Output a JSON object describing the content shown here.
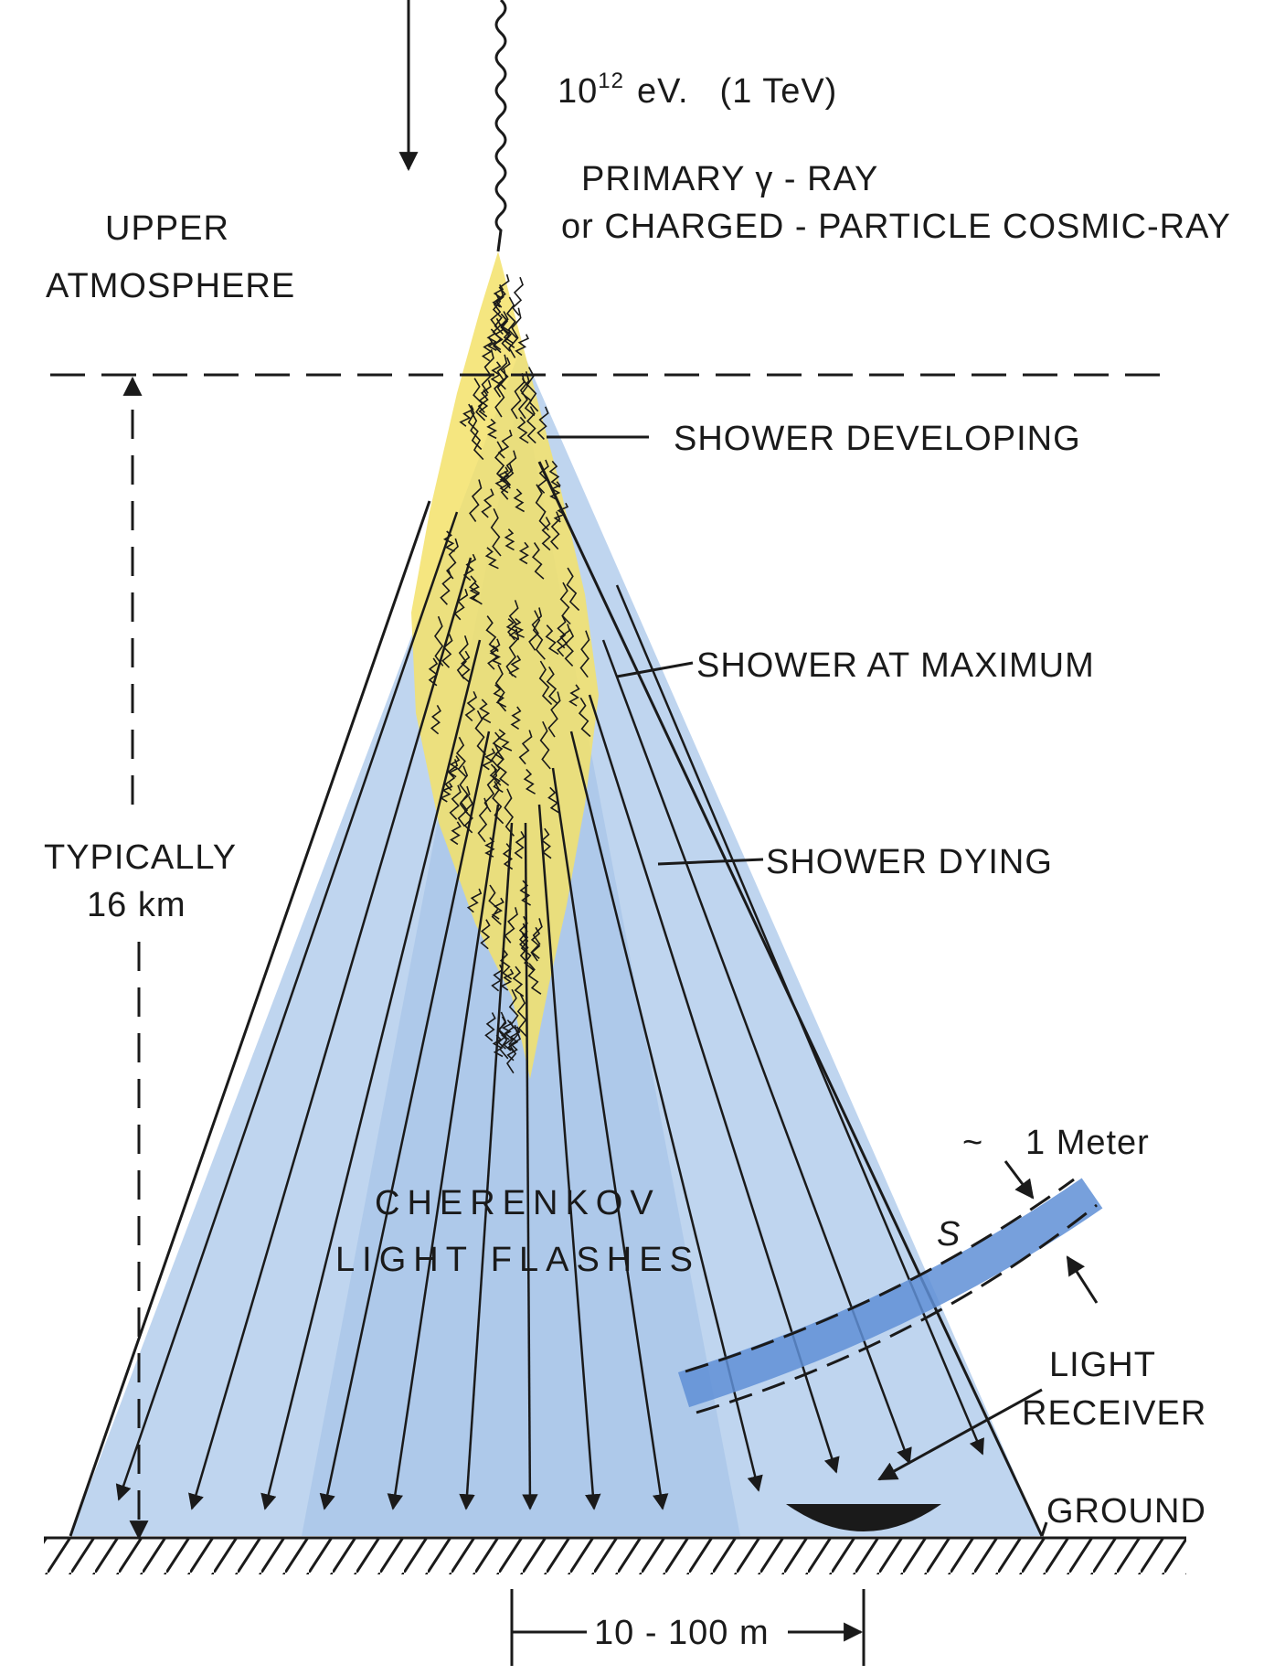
{
  "energy": {
    "value": "10",
    "exponent": "12",
    "unit": "eV.",
    "tev": "(1 TeV)"
  },
  "primary": {
    "line1": "PRIMARY γ - RAY",
    "line2": "or CHARGED - PARTICLE COSMIC-RAY"
  },
  "upper_atmosphere": {
    "line1": "UPPER",
    "line2": "ATMOSPHERE"
  },
  "stages": {
    "developing": "SHOWER DEVELOPING",
    "maximum": "SHOWER AT MAXIMUM",
    "dying": "SHOWER DYING"
  },
  "height": {
    "line1": "TYPICALLY",
    "line2": "16 km"
  },
  "cherenkov": {
    "line1": "CHERENKOV",
    "line2": "LIGHT FLASHES"
  },
  "wavefront": {
    "thickness": "1 Meter",
    "tilde": "~",
    "symbol": "S"
  },
  "receiver": {
    "line1": "LIGHT",
    "line2": "RECEIVER"
  },
  "ground": "GROUND",
  "distance": "10 - 100 m",
  "colors": {
    "ink": "#1a1a1a",
    "cherenkov_blue": "#a9c7ea",
    "wavefront_blue": "#5f8fd6",
    "shower_yellow": "#f3e26a"
  }
}
